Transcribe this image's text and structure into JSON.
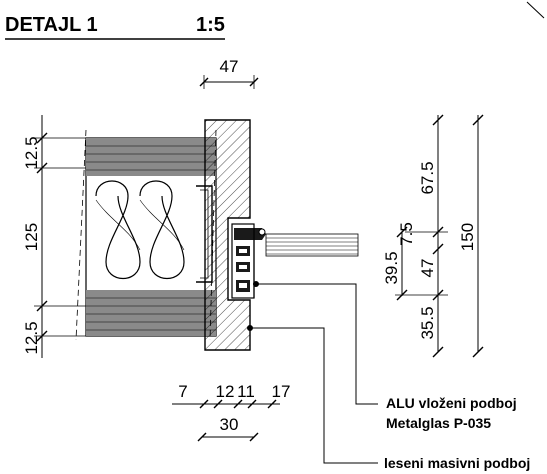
{
  "title": "DETAJL 1",
  "scale": "1:5",
  "dimensions": {
    "top_width": "47",
    "left_top": "12.5",
    "left_middle": "125",
    "left_bottom": "12.5",
    "right_a": "67.5",
    "right_b": "7.5",
    "right_c": "39.5",
    "right_d": "47",
    "right_e": "35.5",
    "right_total": "150",
    "bottom_1": "7",
    "bottom_2": "12",
    "bottom_3": "11",
    "bottom_4": "17",
    "bottom_total": "30"
  },
  "labels": {
    "alu_line1": "ALU vloženi podboj",
    "alu_line2": "Metalglas P-035",
    "wood": "leseni masivni podboj"
  }
}
